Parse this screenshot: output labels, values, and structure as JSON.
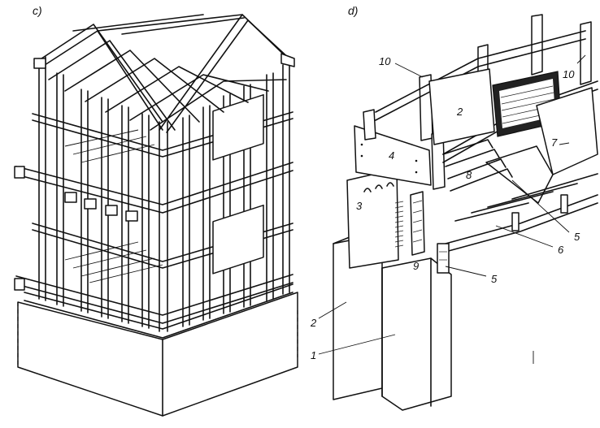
{
  "panels": {
    "c": {
      "label": "c)"
    },
    "d": {
      "label": "d)"
    }
  },
  "callouts": {
    "c10": "10",
    "c10b": "10",
    "c2top": "2",
    "c7": "7",
    "c4": "4",
    "c8": "8",
    "c3": "3",
    "c5a": "5",
    "c6": "6",
    "c9": "9",
    "c5b": "5",
    "c2": "2",
    "c1": "1"
  }
}
